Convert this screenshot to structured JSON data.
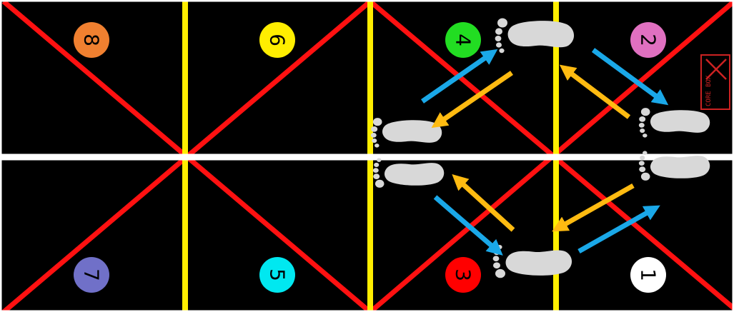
{
  "zones": [
    {
      "number": "1",
      "color": "#ffffff",
      "text_color": "#000000"
    },
    {
      "number": "2",
      "color": "#e070c0",
      "text_color": "#000000"
    },
    {
      "number": "3",
      "color": "#ff0000",
      "text_color": "#000000"
    },
    {
      "number": "4",
      "color": "#22dd22",
      "text_color": "#000000"
    },
    {
      "number": "5",
      "color": "#00e8f0",
      "text_color": "#000000"
    },
    {
      "number": "6",
      "color": "#ffee00",
      "text_color": "#000000"
    },
    {
      "number": "7",
      "color": "#7070c8",
      "text_color": "#000000"
    },
    {
      "number": "8",
      "color": "#f08030",
      "text_color": "#000000"
    }
  ],
  "colors": {
    "background": "#000000",
    "diagonal_lines": "#ff1111",
    "divider_lines": "#ffee00",
    "center_line": "#ffffff",
    "forward_arrow": "#1aa8e8",
    "return_arrow": "#ffbb11",
    "footprint": "#d8d8d8"
  },
  "logo": {
    "text": "CORE BOX"
  },
  "legend": {
    "forward_arrow_icon": "blue-arrow-icon",
    "return_arrow_icon": "yellow-arrow-icon",
    "footprint_icon": "footprint-icon"
  }
}
